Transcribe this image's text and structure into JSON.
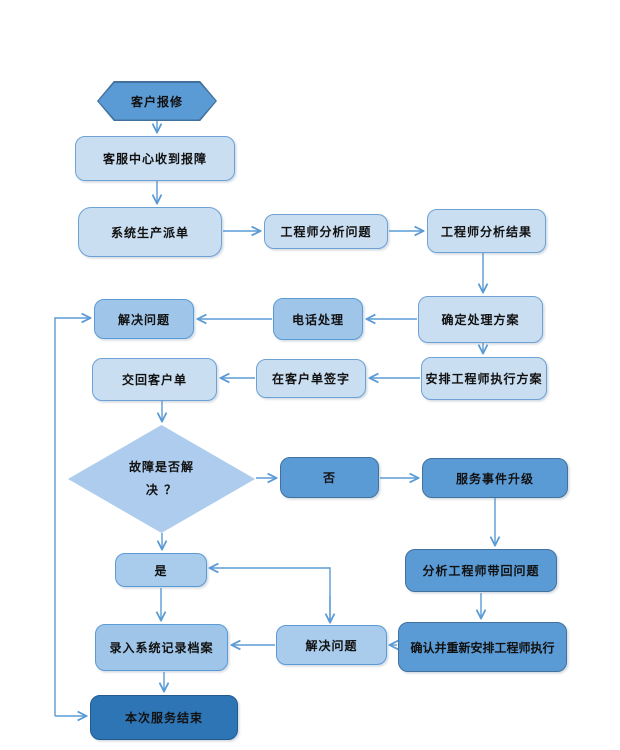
{
  "diagram": {
    "type": "flowchart",
    "language": "zh-CN",
    "nodes": {
      "customer_report": {
        "label": "客户报修",
        "shape": "hexagon"
      },
      "service_center": {
        "label": "客服中心收到报障",
        "shape": "rounded-rect"
      },
      "dispatch_order": {
        "label": "系统生产派单",
        "shape": "rounded-rect"
      },
      "analyze_problem": {
        "label": "工程师分析问题",
        "shape": "rounded-rect"
      },
      "analyze_result": {
        "label": "工程师分析结果",
        "shape": "rounded-rect"
      },
      "decide_plan": {
        "label": "确定处理方案",
        "shape": "rounded-rect"
      },
      "phone_handle": {
        "label": "电话处理",
        "shape": "rounded-rect"
      },
      "resolve_issue": {
        "label": "解决问题",
        "shape": "rounded-rect"
      },
      "arrange_engineer": {
        "label": "安排工程师执行方案",
        "shape": "rounded-rect"
      },
      "sign_order": {
        "label": "在客户单签字",
        "shape": "rounded-rect"
      },
      "return_order": {
        "label": "交回客户单",
        "shape": "rounded-rect"
      },
      "fault_check": {
        "label": "故障是否解决？",
        "line1": "故障是否解",
        "line2": "决 ？",
        "shape": "diamond"
      },
      "branch_no": {
        "label": "否",
        "shape": "rounded-rect"
      },
      "escalate": {
        "label": "服务事件升级",
        "shape": "rounded-rect"
      },
      "bring_back": {
        "label": "分析工程师带回问题",
        "shape": "rounded-rect"
      },
      "branch_yes": {
        "label": "是",
        "shape": "rounded-rect"
      },
      "record_archive": {
        "label": "录入系统记录档案",
        "shape": "rounded-rect"
      },
      "resolve_issue_2": {
        "label": "解决问题",
        "shape": "rounded-rect"
      },
      "rearrange": {
        "label": "确认并重新安排工程师执行",
        "shape": "rounded-rect"
      },
      "service_end": {
        "label": "本次服务结束",
        "shape": "rounded-rect"
      }
    },
    "colors": {
      "connector": "#5b9bd5",
      "fill_light": "#cadef2",
      "fill_medium": "#9fc5e8",
      "fill_decision": "#aecdee",
      "fill_strong": "#5b9bd5",
      "fill_end": "#2e75b6",
      "border_light": "#6ea1d4",
      "border_strong": "#41719c",
      "border_end": "#24598c",
      "text": "#111111"
    }
  }
}
